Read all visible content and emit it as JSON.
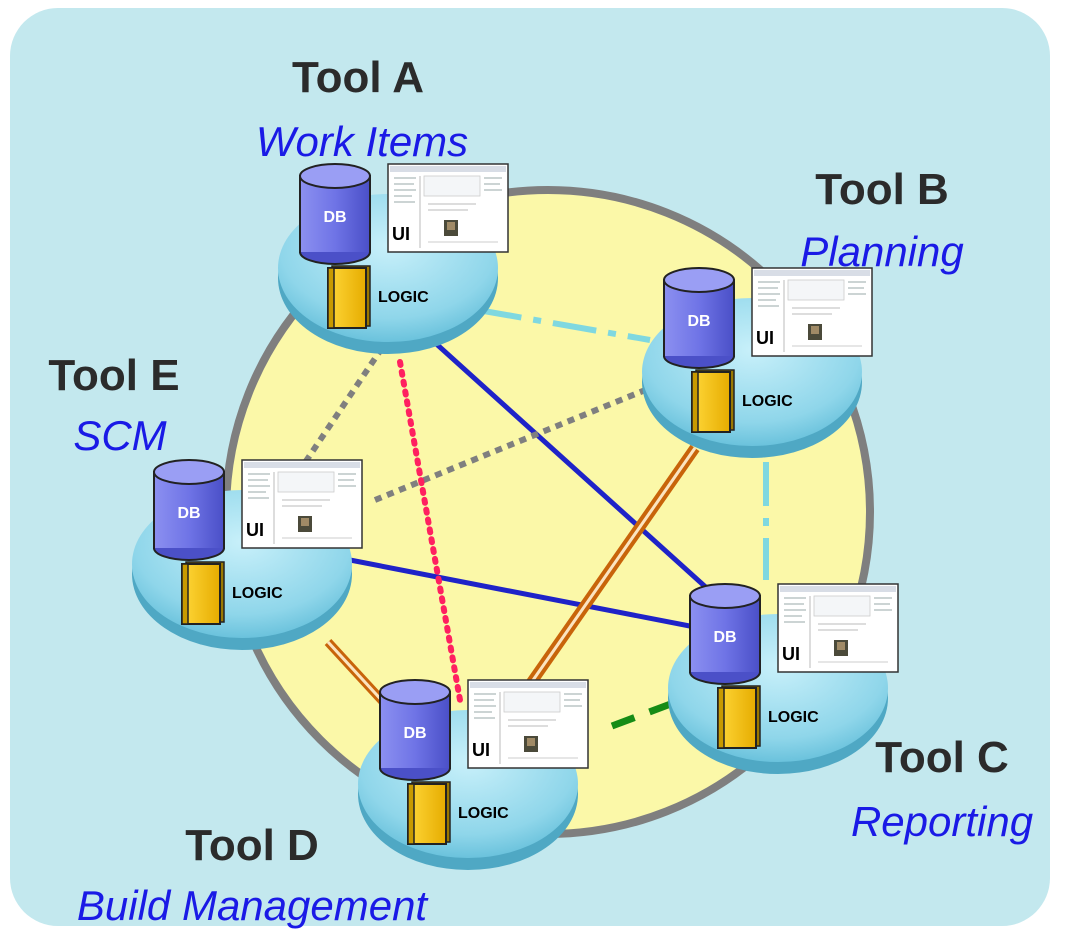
{
  "tools": [
    {
      "id": "a",
      "name": "Tool A",
      "description": "Work Items",
      "db_label": "DB",
      "ui_label": "UI",
      "logic_label": "LOGIC"
    },
    {
      "id": "b",
      "name": "Tool B",
      "description": "Planning",
      "db_label": "DB",
      "ui_label": "UI",
      "logic_label": "LOGIC"
    },
    {
      "id": "c",
      "name": "Tool C",
      "description": "Reporting",
      "db_label": "DB",
      "ui_label": "UI",
      "logic_label": "LOGIC"
    },
    {
      "id": "d",
      "name": "Tool D",
      "description": "Build Management",
      "db_label": "DB",
      "ui_label": "UI",
      "logic_label": "LOGIC"
    },
    {
      "id": "e",
      "name": "Tool E",
      "description": "SCM",
      "db_label": "DB",
      "ui_label": "UI",
      "logic_label": "LOGIC"
    }
  ],
  "connections": [
    {
      "from": "a",
      "to": "b",
      "style": "dash-dot",
      "color": "#7fd8e0"
    },
    {
      "from": "b",
      "to": "c",
      "style": "dash-dot",
      "color": "#7fd8e0"
    },
    {
      "from": "a",
      "to": "c",
      "style": "solid",
      "color": "#1f23c8"
    },
    {
      "from": "e",
      "to": "c",
      "style": "solid",
      "color": "#1f23c8"
    },
    {
      "from": "a",
      "to": "e",
      "style": "dotted",
      "color": "#7f7f7f"
    },
    {
      "from": "e",
      "to": "b",
      "style": "dotted",
      "color": "#7f7f7f"
    },
    {
      "from": "a",
      "to": "d",
      "style": "dotted",
      "color": "#ff2060"
    },
    {
      "from": "d",
      "to": "b",
      "style": "double",
      "color": "#c8640a"
    },
    {
      "from": "e",
      "to": "d",
      "style": "double",
      "color": "#c8640a"
    },
    {
      "from": "d",
      "to": "c",
      "style": "dashed",
      "color": "#168c16"
    }
  ],
  "colors": {
    "background": "#c3e8ee",
    "ring_fill": "#fbf8a8",
    "ring_stroke": "#7f7f7f",
    "platform": "#8fd6ea",
    "db": "#6f74e6",
    "logic_book": "#f2c200",
    "tool_name": "#2b2b2b",
    "tool_desc": "#1a1ae6"
  }
}
